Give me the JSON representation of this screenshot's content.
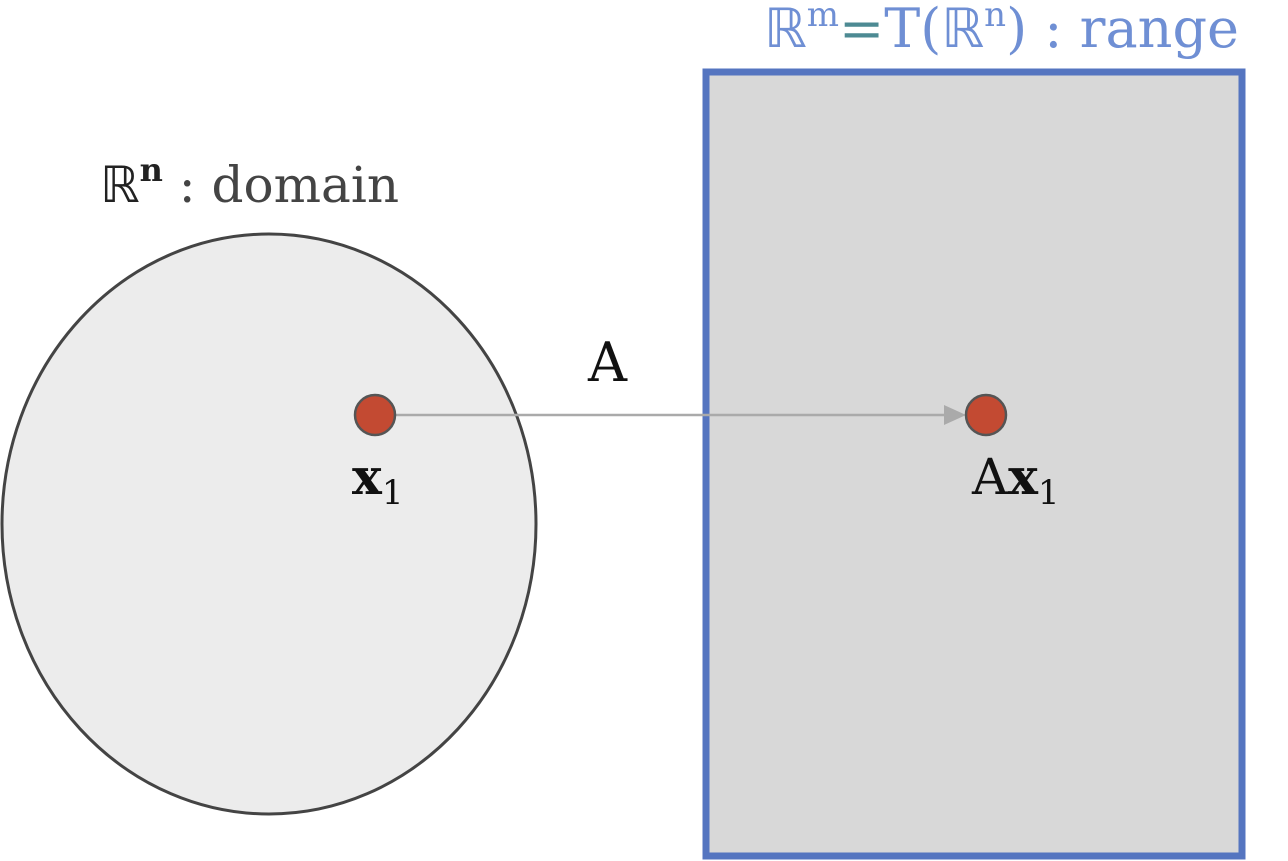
{
  "domain_label": {
    "symbol": "ℝ",
    "exponent": "n",
    "text": " : domain"
  },
  "range_label": {
    "symbol": "ℝ",
    "exponent_m": "m",
    "equals": "=",
    "map_open": "T(",
    "inner_symbol": "ℝ",
    "inner_exponent": "n",
    "map_close": ")",
    "text": " : range"
  },
  "map_label": "A",
  "point_domain": {
    "vector": "x",
    "subscript": "1"
  },
  "point_range": {
    "matrix": "A",
    "vector": "x",
    "subscript": "1"
  },
  "colors": {
    "domain_fill": "#ececec",
    "domain_stroke": "#444444",
    "range_fill": "#d8d8d8",
    "range_stroke": "#5575c0",
    "point_fill": "#c34a32",
    "point_stroke": "#555555",
    "arrow": "#aaaaaa",
    "range_label": "#6f8fd4",
    "domain_label": "#444444"
  }
}
